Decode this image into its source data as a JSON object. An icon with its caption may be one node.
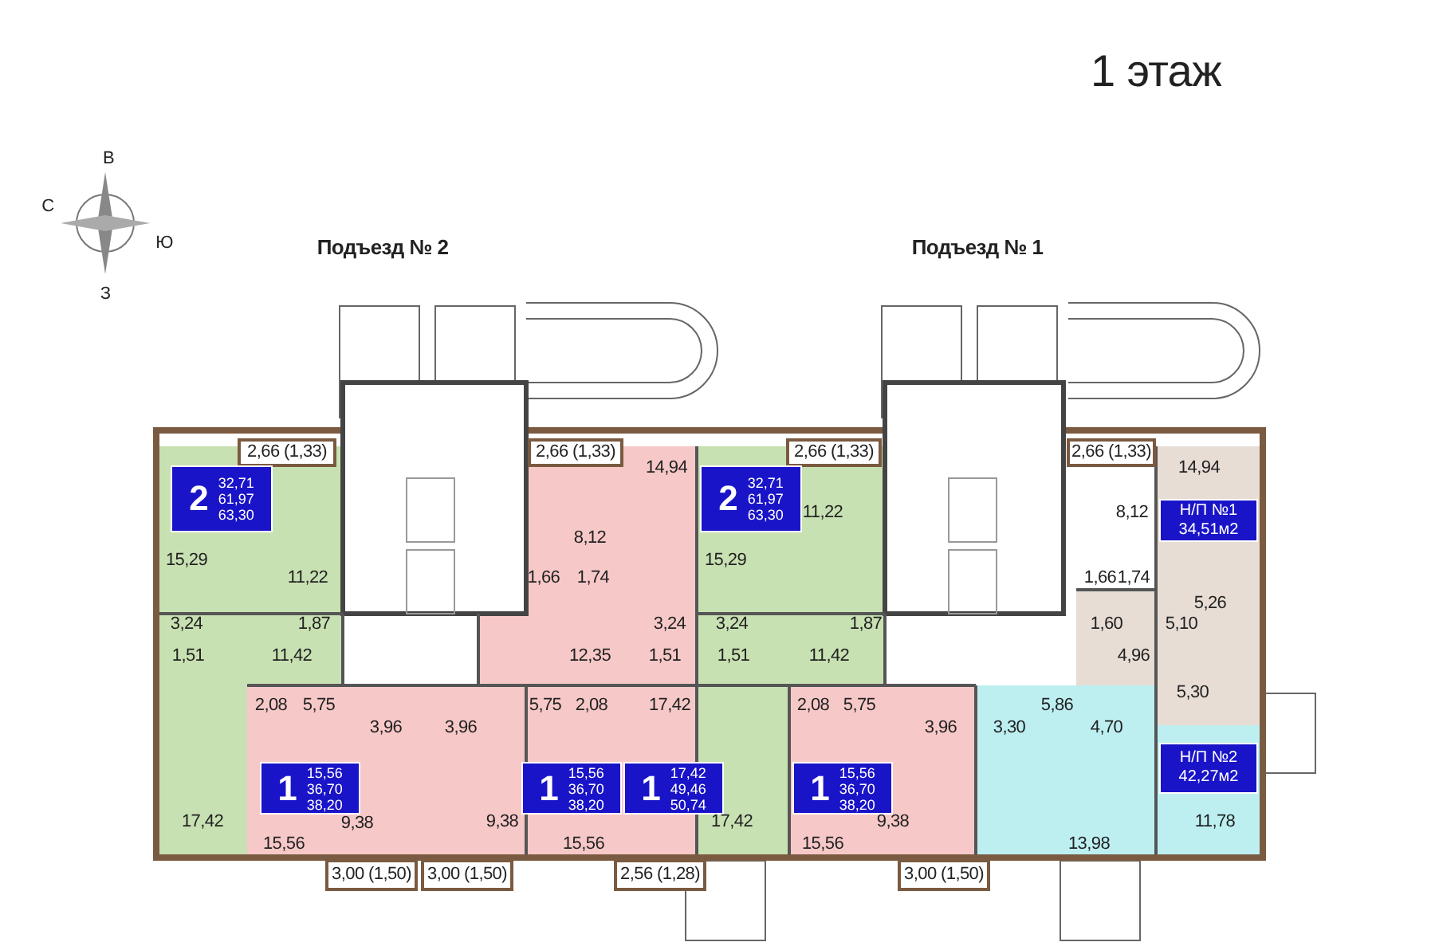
{
  "diagram": {
    "nodes": [
      {
        "text": [
          "2",
          "32,71",
          "61,97",
          "63,30"
        ]
      },
      {
        "text": [
          "2",
          "32,71",
          "61,97",
          "63,30"
        ]
      },
      {
        "text": [
          "Н/П №1",
          "34,51м2"
        ]
      },
      {
        "text": [
          "1",
          "15,56",
          "36,70",
          "38,20"
        ]
      },
      {
        "text": [
          "1",
          "15,56",
          "36,70",
          "38,20"
        ]
      },
      {
        "text": [
          "1",
          "17,42",
          "49,46",
          "50,74"
        ]
      },
      {
        "text": [
          "1",
          "15,56",
          "36,70",
          "38,20"
        ]
      },
      {
        "text": [
          "Н/П №2",
          "42,27м2"
        ]
      }
    ],
    "labels": [
      "1 этаж",
      "В",
      "С",
      "Ю",
      "З",
      "Подъезд № 2",
      "Подъезд № 1",
      "2,66 (1,33)",
      "2,66 (1,33)",
      "14,94",
      "2,66 (1,33)",
      "2,66 (1,33)",
      "14,94",
      "11,22",
      "8,12",
      "8,12",
      "15,29",
      "15,29",
      "11,22",
      "1,66",
      "1,74",
      "1,66",
      "1,74",
      "5,26",
      "3,24",
      "1,87",
      "3,24",
      "3,24",
      "1,87",
      "1,60",
      "5,10",
      "1,51",
      "11,42",
      "12,35",
      "1,51",
      "1,51",
      "11,42",
      "4,96",
      "5,30",
      "2,08",
      "5,75",
      "5,75",
      "2,08",
      "17,42",
      "2,08",
      "5,75",
      "5,86",
      "3,96",
      "3,96",
      "3,96",
      "3,30",
      "4,70",
      "17,42",
      "9,38",
      "9,38",
      "17,42",
      "9,38",
      "11,78",
      "15,56",
      "15,56",
      "15,56",
      "13,98",
      "3,00 (1,50)",
      "3,00 (1,50)",
      "2,56 (1,28)",
      "3,00 (1,50)"
    ]
  }
}
